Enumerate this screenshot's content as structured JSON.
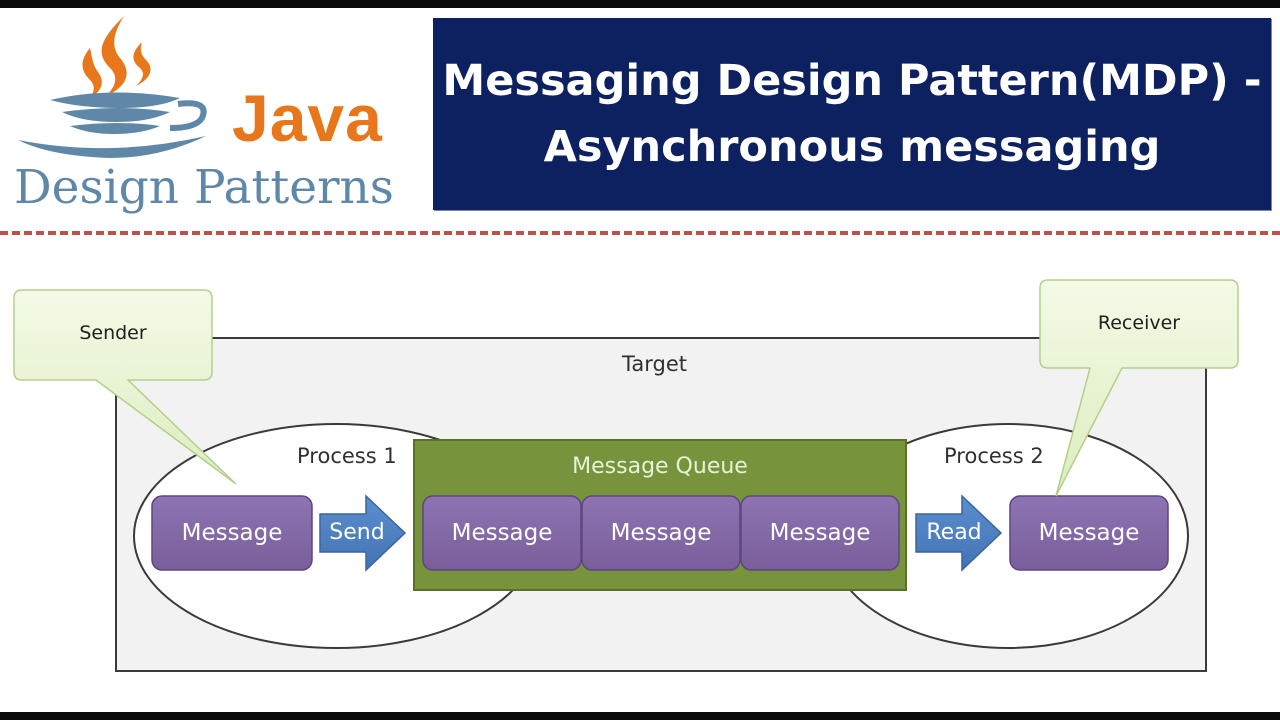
{
  "header": {
    "logo_word": "Java",
    "logo_subtitle": "Design Patterns",
    "title_line1": "Messaging Design Pattern(MDP) -",
    "title_line2": "Asynchronous messaging"
  },
  "diagram": {
    "target_label": "Target",
    "process1_label": "Process 1",
    "process2_label": "Process 2",
    "queue_label": "Message Queue",
    "sender_callout": "Sender",
    "receiver_callout": "Receiver",
    "sender_message": "Message",
    "send_arrow": "Send",
    "queue_messages": [
      "Message",
      "Message",
      "Message"
    ],
    "read_arrow": "Read",
    "receiver_message": "Message"
  },
  "colors": {
    "title_bg": "#0d2160",
    "java_orange": "#e8761b",
    "logo_blue": "#5f88a8",
    "dash_red": "#c0504d",
    "message_purple": "#8064a2",
    "queue_green": "#77933c",
    "arrow_blue": "#4f81bd",
    "callout_green": "#ebf5d6"
  }
}
